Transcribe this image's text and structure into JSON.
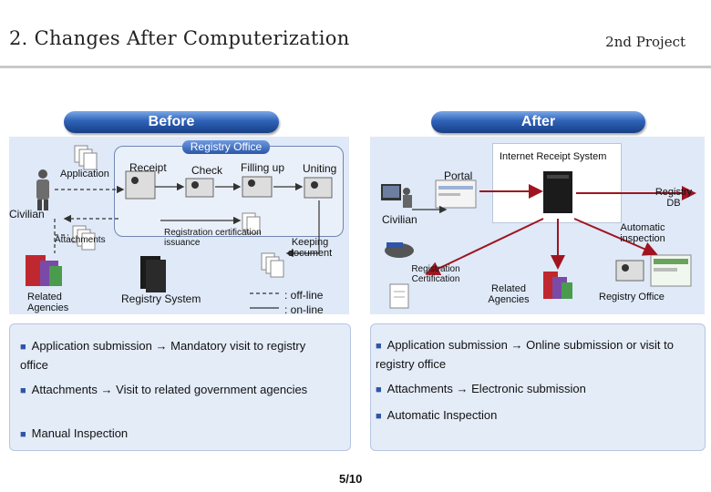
{
  "header": {
    "title": "2. Changes After Computerization",
    "project": "2nd Project"
  },
  "tabs": {
    "before": "Before",
    "after": "After"
  },
  "before_diagram": {
    "office_label": "Registry Office",
    "application": "Application",
    "receipt": "Receipt",
    "check": "Check",
    "filling_up": "Filling up",
    "uniting": "Uniting",
    "civilian": "Civilian",
    "attachments": "Attachments",
    "registration_issuance": "Registration certification issuance",
    "keeping_document": "Keeping document",
    "related_agencies": "Related Agencies",
    "registry_system": "Registry System",
    "legend_offline": ": off-line",
    "legend_online": ": on-line"
  },
  "after_diagram": {
    "internet_receipt": "Internet Receipt System",
    "portal": "Portal",
    "registry_db": "Registry DB",
    "civilian": "Civilian",
    "automatic_inspection": "Automatic inspection",
    "registration_certification": "Registration Certification",
    "related_agencies": "Related Agencies",
    "registry_office": "Registry Office"
  },
  "before_bullets": [
    "Application submission → Mandatory visit to registry office",
    "Attachments → Visit  to related government agencies",
    "Manual Inspection"
  ],
  "after_bullets": [
    "Application submission → Online submission or visit to registry office",
    "Attachments → Electronic submission",
    "Automatic Inspection"
  ],
  "footer": {
    "page": "5/10"
  },
  "colors": {
    "accent_blue": "#2f62b8",
    "band": "#dfe9f8",
    "arrow_red": "#a01420"
  }
}
